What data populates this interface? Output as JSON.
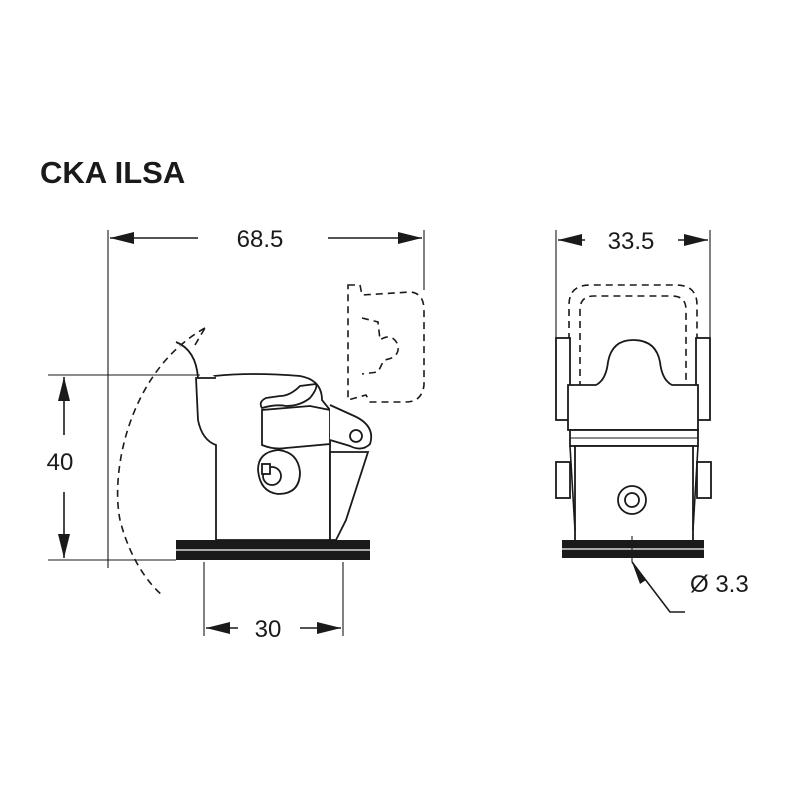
{
  "title": "CKA ILSA",
  "dimensions": {
    "overall_length": "68.5",
    "width": "33.5",
    "height": "40",
    "base_width": "30",
    "hole_diameter": "Ø 3.3"
  },
  "colors": {
    "line": "#1a1a1a",
    "gasket": "#1a1a1a",
    "background": "#ffffff"
  }
}
